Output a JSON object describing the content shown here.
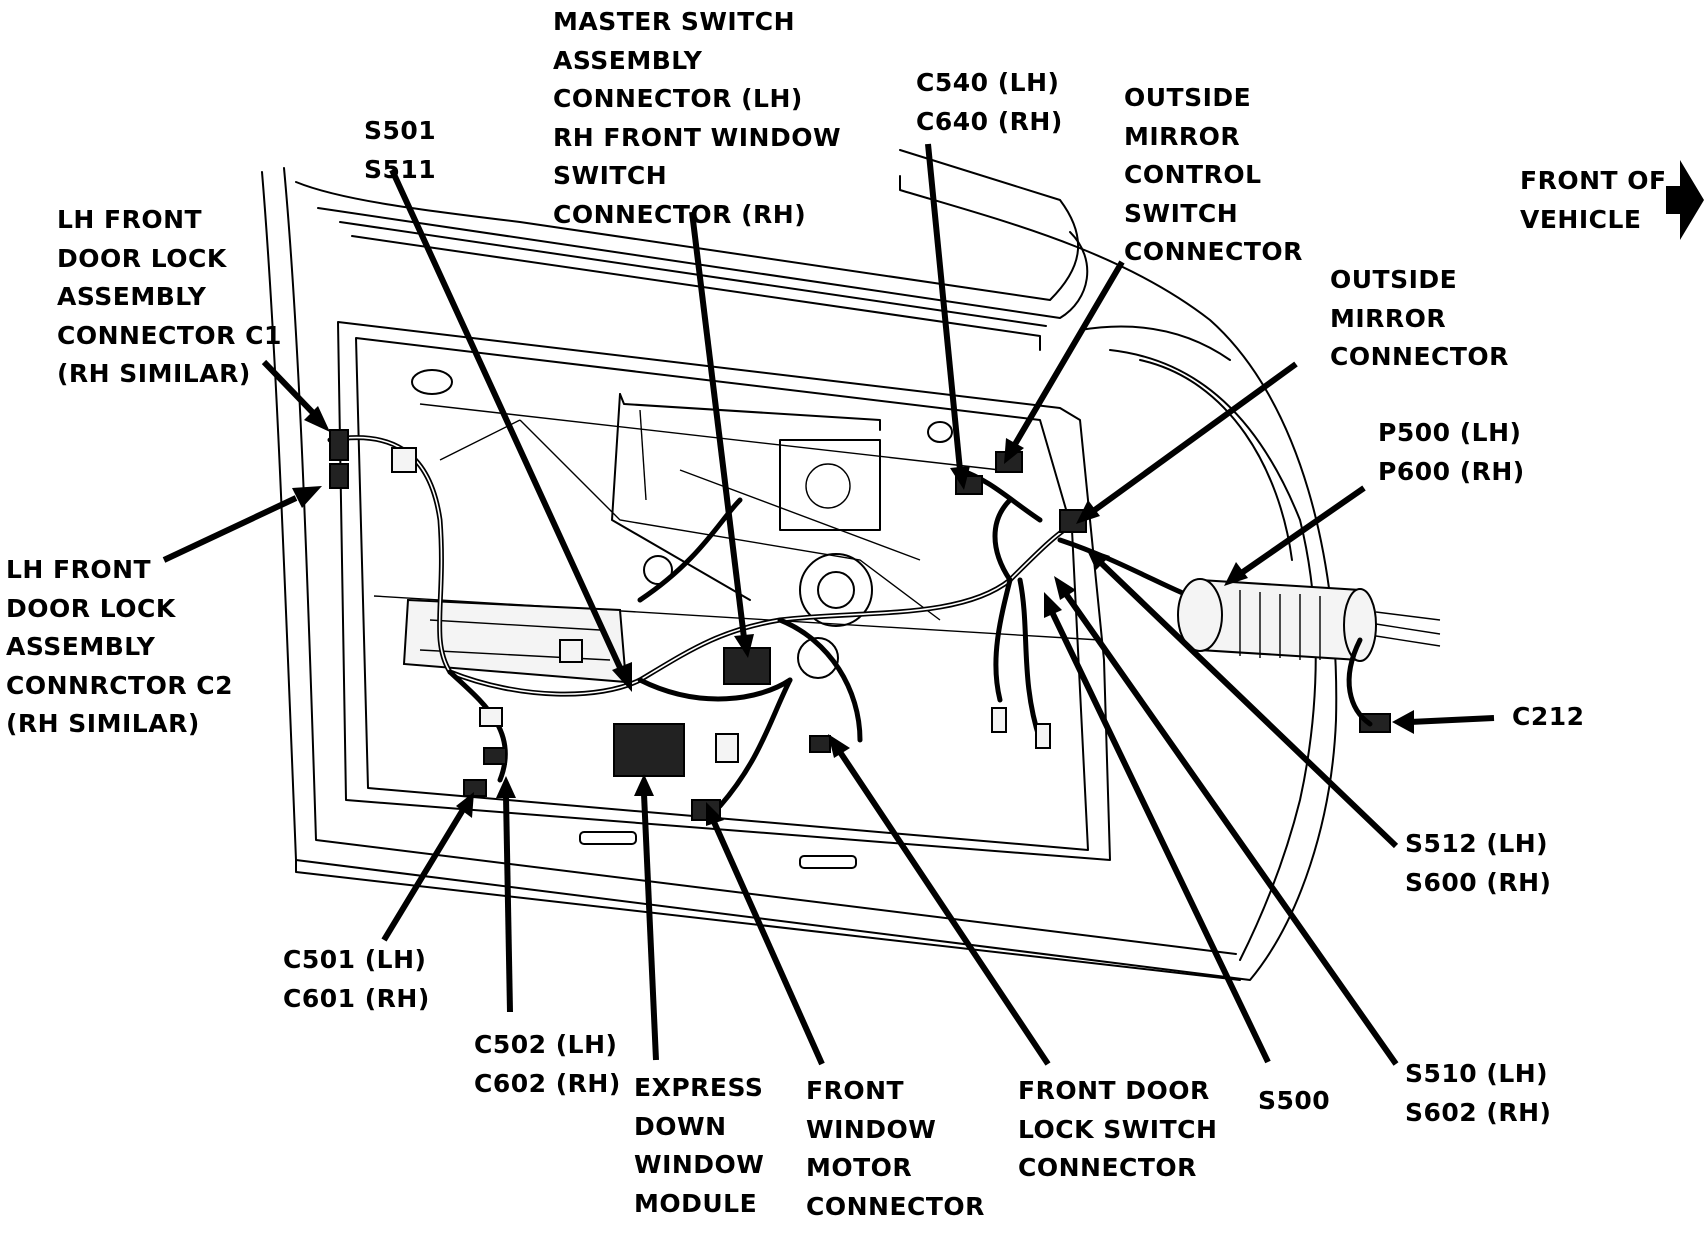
{
  "callouts": {
    "lh_front_door_lock_c1": [
      "LH FRONT",
      "DOOR LOCK",
      "ASSEMBLY",
      "CONNECTOR C1",
      "(RH SIMILAR)"
    ],
    "lh_front_door_lock_c2": [
      "LH FRONT",
      "DOOR LOCK",
      "ASSEMBLY",
      "CONNRCTOR C2",
      "(RH SIMILAR)"
    ],
    "splice_s501": [
      "S501",
      "S511"
    ],
    "master_switch_connector": [
      "MASTER SWITCH",
      "ASSEMBLY",
      "CONNECTOR (LH)",
      "RH FRONT WINDOW",
      "SWITCH",
      "CONNECTOR (RH)"
    ],
    "c540_c640": [
      "C540 (LH)",
      "C640 (RH)"
    ],
    "outside_mirror_control_switch": [
      "OUTSIDE",
      "MIRROR",
      "CONTROL",
      "SWITCH",
      "CONNECTOR"
    ],
    "front_of_vehicle": [
      "FRONT OF",
      "VEHICLE"
    ],
    "outside_mirror_connector": [
      "OUTSIDE",
      "MIRROR",
      "CONNECTOR"
    ],
    "p500_p600": [
      "P500 (LH)",
      "P600 (RH)"
    ],
    "c212": [
      "C212"
    ],
    "s512_s600": [
      "S512 (LH)",
      "S600 (RH)"
    ],
    "s510_s602": [
      "S510 (LH)",
      "S602 (RH)"
    ],
    "s500": [
      "S500"
    ],
    "front_door_lock_switch": [
      "FRONT DOOR",
      "LOCK SWITCH",
      "CONNECTOR"
    ],
    "front_window_motor": [
      "FRONT",
      "WINDOW",
      "MOTOR",
      "CONNECTOR"
    ],
    "express_down_module": [
      "EXPRESS",
      "DOWN",
      "WINDOW",
      "MODULE"
    ],
    "c502_c602": [
      "C502 (LH)",
      "C602 (RH)"
    ],
    "c501_c601": [
      "C501 (LH)",
      "C601 (RH)"
    ]
  },
  "colors": {
    "ink": "#000000",
    "paper": "#ffffff"
  }
}
